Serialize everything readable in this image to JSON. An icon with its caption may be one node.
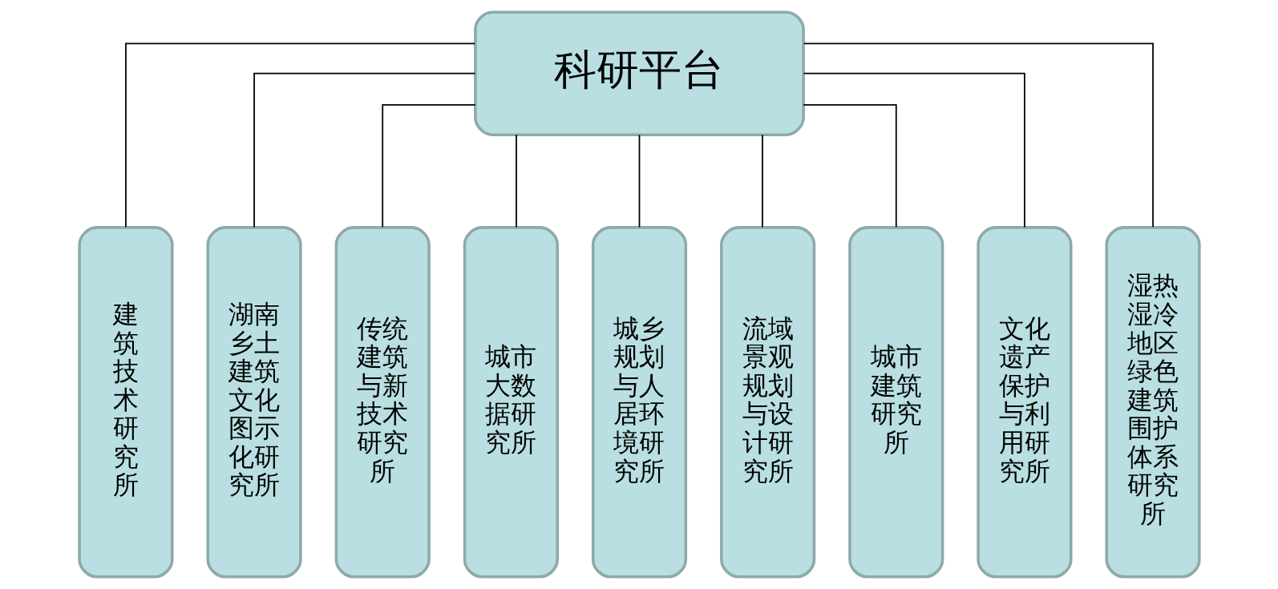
{
  "diagram": {
    "nodes": [
      {
        "text": [
          "科研平台"
        ]
      },
      {
        "text": [
          "建筑技术研究所"
        ]
      },
      {
        "text": [
          "湖南乡土建筑文化图示化研究所"
        ]
      },
      {
        "text": [
          "传统建筑与新技术研究所"
        ]
      },
      {
        "text": [
          "城市大数据研究所"
        ]
      },
      {
        "text": [
          "城乡规划与人居环境研究所"
        ]
      },
      {
        "text": [
          "流域景观规划与设计研究所"
        ]
      },
      {
        "text": [
          "城市建筑研究所"
        ]
      },
      {
        "text": [
          "文化遗产保护与利用研究所"
        ]
      },
      {
        "text": [
          "湿热湿冷地区绿色建筑围护体系研究所"
        ]
      }
    ],
    "edges": [
      {
        "from": 0,
        "to": 1,
        "arrow": "none"
      },
      {
        "from": 0,
        "to": 2,
        "arrow": "none"
      },
      {
        "from": 0,
        "to": 3,
        "arrow": "none"
      },
      {
        "from": 0,
        "to": 4,
        "arrow": "none"
      },
      {
        "from": 0,
        "to": 5,
        "arrow": "none"
      },
      {
        "from": 0,
        "to": 6,
        "arrow": "none"
      },
      {
        "from": 0,
        "to": 7,
        "arrow": "none"
      },
      {
        "from": 0,
        "to": 8,
        "arrow": "none"
      },
      {
        "from": 0,
        "to": 9,
        "arrow": "none"
      }
    ]
  }
}
